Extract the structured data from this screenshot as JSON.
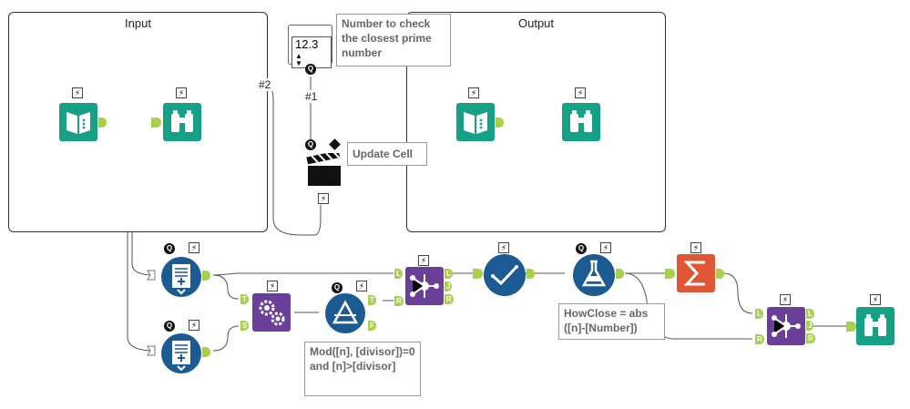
{
  "containers": {
    "input_title": "Input",
    "output_title": "Output"
  },
  "question": {
    "value": "12.3",
    "q_badge": "Q",
    "connection_label": "#1"
  },
  "connection_labels": {
    "input_to_update": "#2"
  },
  "comments": {
    "number_check": "Number  to check the closest prime number",
    "update_cell": "Update Cell",
    "filter_expr": "Mod([n], [divisor])=0 and [n]>[divisor]",
    "howclose": "HowClose = abs ([n]-[Number])"
  },
  "anchors": {
    "true": "T",
    "false": "F",
    "left": "L",
    "join": "J",
    "right": "R",
    "source": "S"
  },
  "badges": {
    "q": "Q",
    "zap": "⚡"
  },
  "colors": {
    "teal": "#16a085",
    "blue": "#1c5a93",
    "purple": "#6a3f9a",
    "orange": "#e05533",
    "anchor_green": "#a8d04a"
  }
}
